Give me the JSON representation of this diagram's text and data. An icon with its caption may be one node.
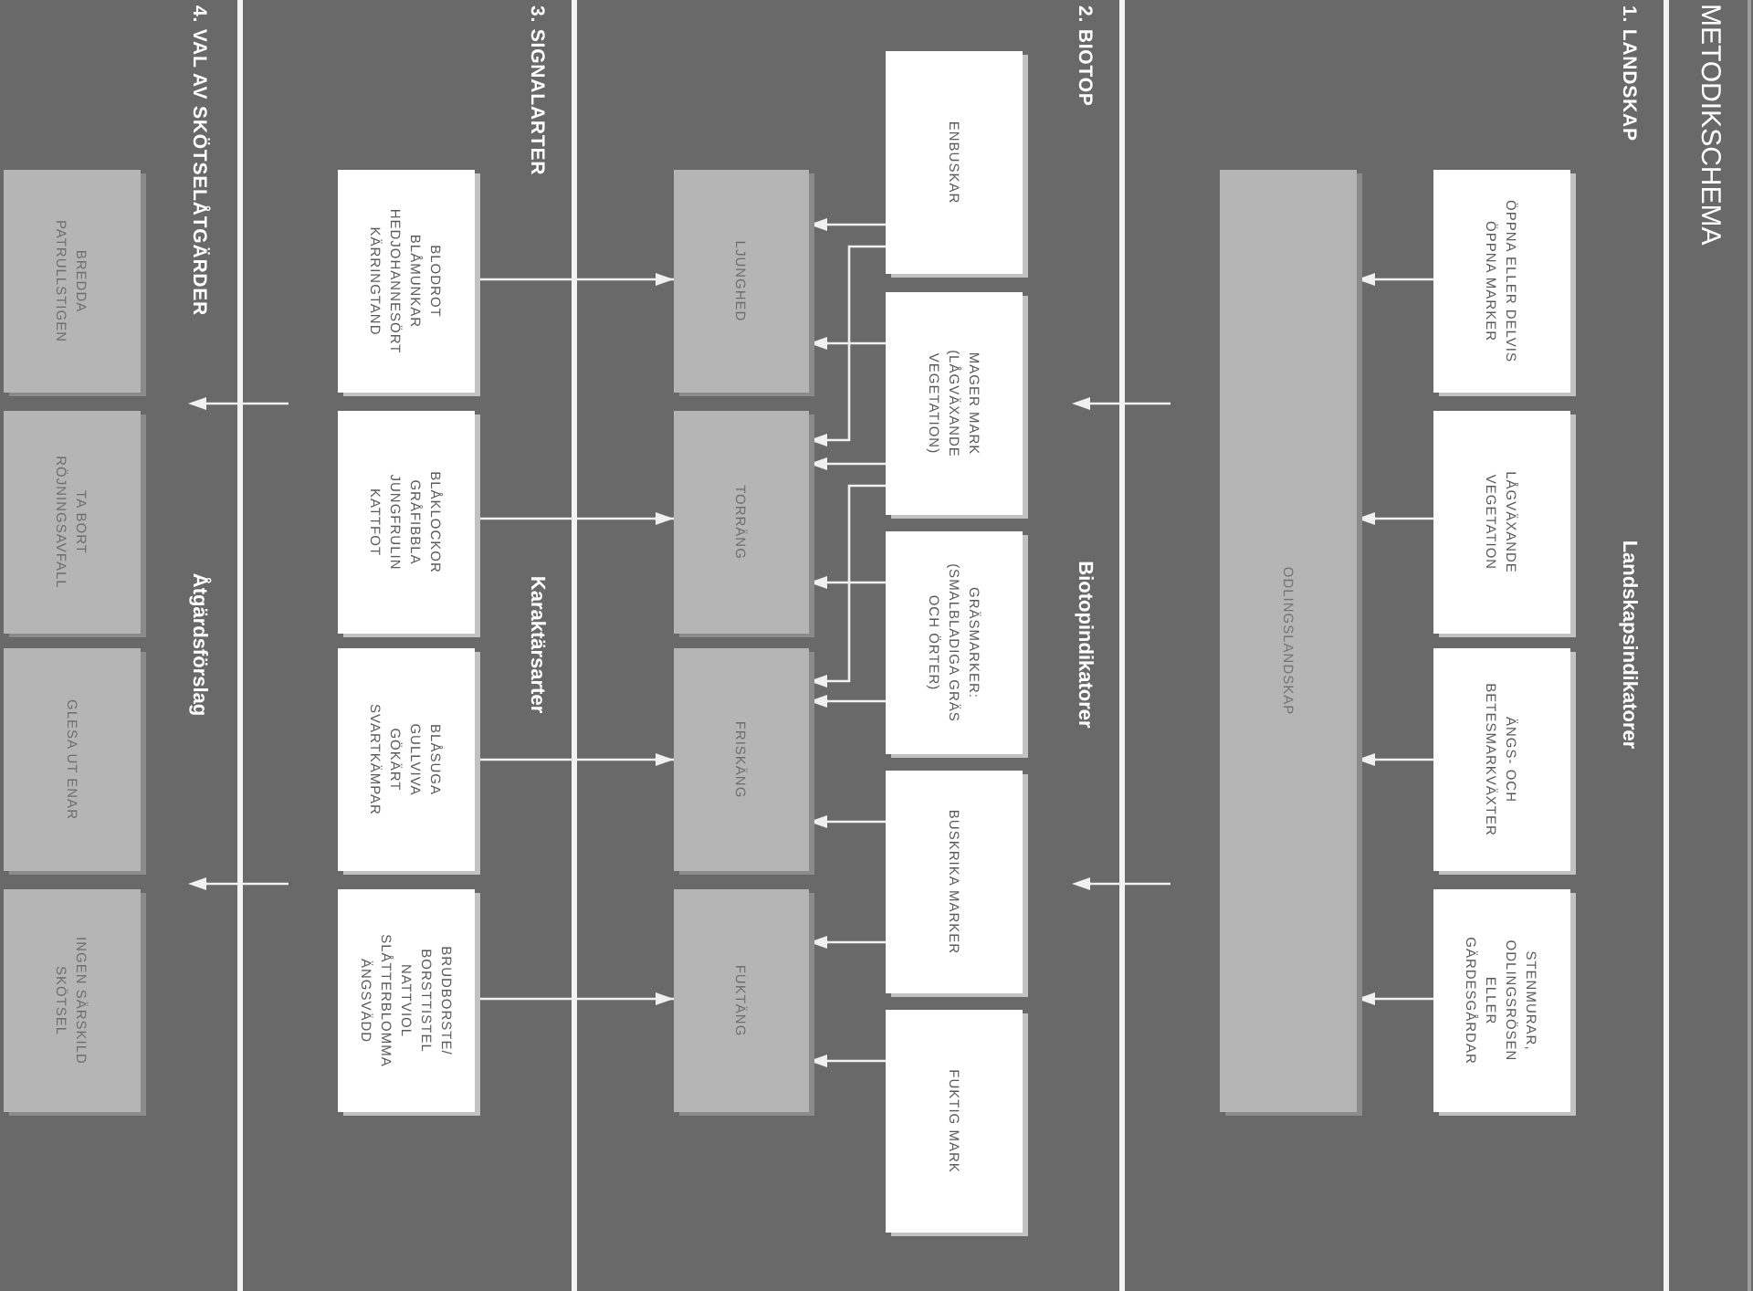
{
  "diagram": {
    "title": "METODIKSCHEMA",
    "nodes": [
      {
        "text": [
          "ÖPPNA ELLER DELVIS ÖPPNA MARKER"
        ]
      },
      {
        "text": [
          "LÅGVÄXANDE VEGETATION"
        ]
      },
      {
        "text": [
          "ÄNGS- OCH BETESMARKVÄXTER"
        ]
      },
      {
        "text": [
          "STENMURAR, ODLINGSRÖSEN ELLER GÄRDESGÅRDAR"
        ]
      },
      {
        "text": [
          "ODLINGSLANDSKAP"
        ]
      },
      {
        "text": [
          "ENBUSKAR"
        ]
      },
      {
        "text": [
          "MAGER MARK (LÅGVÄXANDE VEGETATION)"
        ]
      },
      {
        "text": [
          "GRÄSMARKER: (SMALBLADIGA GRÄS OCH ÖRTER)"
        ]
      },
      {
        "text": [
          "BUSKRIKA MARKER"
        ]
      },
      {
        "text": [
          "FUKTIG MARK"
        ]
      },
      {
        "text": [
          "LJUNGHED"
        ]
      },
      {
        "text": [
          "TORRÄNG"
        ]
      },
      {
        "text": [
          "FRISKÄNG"
        ]
      },
      {
        "text": [
          "FUKTÄNG"
        ]
      },
      {
        "text": [
          "BLODROT",
          "BLÅMUNKAR",
          "HEDJOHANNESÖRT",
          "KÄRRINGTAND"
        ]
      },
      {
        "text": [
          "BLÅKLOCKOR",
          "GRÅFIBBLA",
          "JUNGFRULIN",
          "KATTFOT"
        ]
      },
      {
        "text": [
          "BLÅSUGA",
          "GULLVIVA",
          "GÖKÄRT",
          "SVARTKÄMPAR"
        ]
      },
      {
        "text": [
          "BRUDBORSTE/ BORSTTISTEL",
          "NATTVIOL",
          "SLÅTTERBLOMMA",
          "ÄNGSVÄDD"
        ]
      },
      {
        "text": [
          "BREDDA PATRULLSTIGEN"
        ]
      },
      {
        "text": [
          "TA BORT RÖJNINGSAVFALL"
        ]
      },
      {
        "text": [
          "GLESA UT ENAR"
        ]
      },
      {
        "text": [
          "INGEN SÄRSKILD SKÖTSEL"
        ]
      }
    ],
    "edges": [
      {
        "from": 0,
        "to": 4,
        "arrow": "to"
      },
      {
        "from": 1,
        "to": 4,
        "arrow": "to"
      },
      {
        "from": 2,
        "to": 4,
        "arrow": "to"
      },
      {
        "from": 3,
        "to": 4,
        "arrow": "to"
      },
      {
        "from": 5,
        "to": 10,
        "arrow": "to"
      },
      {
        "from": 5,
        "to": 11,
        "arrow": "to"
      },
      {
        "from": 6,
        "to": 10,
        "arrow": "to"
      },
      {
        "from": 6,
        "to": 11,
        "arrow": "to"
      },
      {
        "from": 6,
        "to": 12,
        "arrow": "to"
      },
      {
        "from": 7,
        "to": 11,
        "arrow": "to"
      },
      {
        "from": 7,
        "to": 12,
        "arrow": "to"
      },
      {
        "from": 8,
        "to": 12,
        "arrow": "to"
      },
      {
        "from": 8,
        "to": 13,
        "arrow": "to"
      },
      {
        "from": 9,
        "to": 13,
        "arrow": "to"
      },
      {
        "from": 14,
        "to": 10,
        "arrow": "to"
      },
      {
        "from": 15,
        "to": 11,
        "arrow": "to"
      },
      {
        "from": 16,
        "to": 12,
        "arrow": "to"
      },
      {
        "from": 17,
        "to": 13,
        "arrow": "to"
      }
    ],
    "labels": [
      "1. LANDSKAP",
      "Landskapsindikatorer",
      "2. BIOTOP",
      "Biotopindikatorer",
      "3. SIGNALARTER",
      "Karaktärsarter",
      "4. VAL AV SKÖTSELÅTGÄRDER",
      "Åtgärdsförslag"
    ]
  }
}
